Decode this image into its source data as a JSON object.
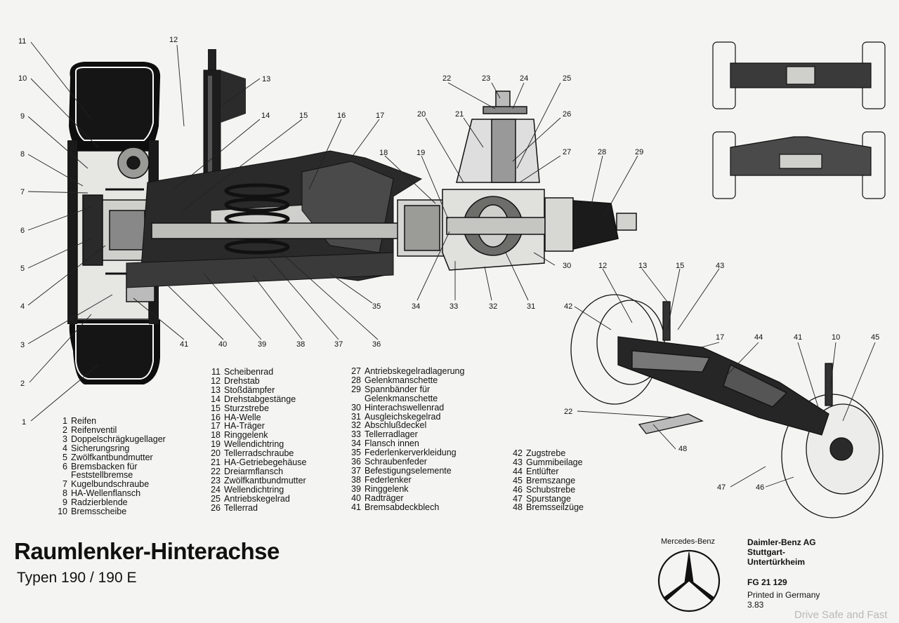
{
  "title": "Raumlenker-Hinterachse",
  "subtitle": "Typen 190 / 190 E",
  "brand": "Mercedes-Benz",
  "company": [
    "Daimler-Benz AG",
    "Stuttgart-",
    "Untertürkheim"
  ],
  "fg_number": "FG 21 129",
  "printed": [
    "Printed in Germany",
    "3.83"
  ],
  "watermark": "Drive Safe and Fast",
  "legend_columns": [
    [
      {
        "num": "1",
        "text": "Reifen"
      },
      {
        "num": "2",
        "text": "Reifenventil"
      },
      {
        "num": "3",
        "text": "Doppelschrägkugellager"
      },
      {
        "num": "4",
        "text": "Sicherungsring"
      },
      {
        "num": "5",
        "text": "Zwölfkantbundmutter"
      },
      {
        "num": "6",
        "text": "Bremsbacken für"
      },
      {
        "num": "",
        "text": "Feststellbremse"
      },
      {
        "num": "7",
        "text": "Kugelbundschraube"
      },
      {
        "num": "8",
        "text": "HA-Wellenflansch"
      },
      {
        "num": "9",
        "text": "Radzierblende"
      },
      {
        "num": "10",
        "text": "Bremsscheibe"
      }
    ],
    [
      {
        "num": "11",
        "text": "Scheibenrad"
      },
      {
        "num": "12",
        "text": "Drehstab"
      },
      {
        "num": "13",
        "text": "Stoßdämpfer"
      },
      {
        "num": "14",
        "text": "Drehstabgestänge"
      },
      {
        "num": "15",
        "text": "Sturzstrebe"
      },
      {
        "num": "16",
        "text": "HA-Welle"
      },
      {
        "num": "17",
        "text": "HA-Träger"
      },
      {
        "num": "18",
        "text": "Ringgelenk"
      },
      {
        "num": "19",
        "text": "Wellendichtring"
      },
      {
        "num": "20",
        "text": "Tellerradschraube"
      },
      {
        "num": "21",
        "text": "HA-Getriebegehäuse"
      },
      {
        "num": "22",
        "text": "Dreiarmflansch"
      },
      {
        "num": "23",
        "text": "Zwölfkantbundmutter"
      },
      {
        "num": "24",
        "text": "Wellendichtring"
      },
      {
        "num": "25",
        "text": "Antriebskegelrad"
      },
      {
        "num": "26",
        "text": "Tellerrad"
      }
    ],
    [
      {
        "num": "27",
        "text": "Antriebskegelradlagerung"
      },
      {
        "num": "28",
        "text": "Gelenkmanschette"
      },
      {
        "num": "29",
        "text": "Spannbänder für"
      },
      {
        "num": "",
        "text": "Gelenkmanschette"
      },
      {
        "num": "30",
        "text": "Hinterachswellenrad"
      },
      {
        "num": "31",
        "text": "Ausgleichskegelrad"
      },
      {
        "num": "32",
        "text": "Abschlußdeckel"
      },
      {
        "num": "33",
        "text": "Tellerradlager"
      },
      {
        "num": "34",
        "text": "Flansch innen"
      },
      {
        "num": "35",
        "text": "Federlenkerverkleidung"
      },
      {
        "num": "36",
        "text": "Schraubenfeder"
      },
      {
        "num": "37",
        "text": "Befestigungselemente"
      },
      {
        "num": "38",
        "text": "Federlenker"
      },
      {
        "num": "39",
        "text": "Ringgelenk"
      },
      {
        "num": "40",
        "text": "Radträger"
      },
      {
        "num": "41",
        "text": "Bremsabdeckblech"
      }
    ],
    [
      {
        "num": "42",
        "text": "Zugstrebe"
      },
      {
        "num": "43",
        "text": "Gummibeilage"
      },
      {
        "num": "44",
        "text": "Entlüfter"
      },
      {
        "num": "45",
        "text": "Bremszange"
      },
      {
        "num": "46",
        "text": "Schubstrebe"
      },
      {
        "num": "47",
        "text": "Spurstange"
      },
      {
        "num": "48",
        "text": "Bremsseilzüge"
      }
    ]
  ],
  "callouts": [
    "1",
    "2",
    "3",
    "4",
    "5",
    "6",
    "7",
    "8",
    "9",
    "10",
    "11",
    "12",
    "13",
    "14",
    "15",
    "16",
    "17",
    "18",
    "19",
    "20",
    "21",
    "22",
    "23",
    "24",
    "25",
    "26",
    "27",
    "28",
    "29",
    "30",
    "31",
    "32",
    "33",
    "34",
    "35",
    "36",
    "37",
    "38",
    "39",
    "40",
    "41",
    "12",
    "13",
    "15",
    "43",
    "42",
    "17",
    "44",
    "41",
    "10",
    "45",
    "22",
    "48",
    "47",
    "46"
  ]
}
